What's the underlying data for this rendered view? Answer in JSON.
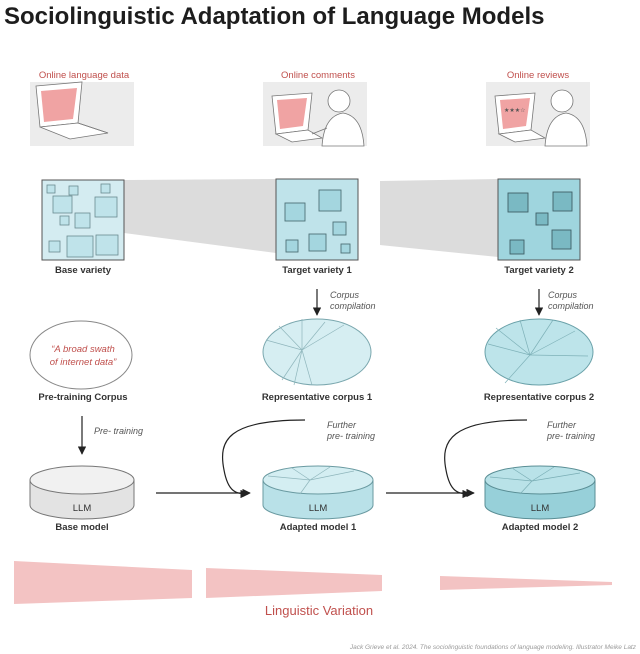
{
  "title": "Sociolinguistic Adaptation of Language Models",
  "sources": [
    {
      "label": "Online language data"
    },
    {
      "label": "Online comments"
    },
    {
      "label": "Online reviews"
    }
  ],
  "varieties": [
    {
      "label": "Base variety"
    },
    {
      "label": "Target variety 1"
    },
    {
      "label": "Target variety 2"
    }
  ],
  "compilation": {
    "line1": "Corpus",
    "line2": "compilation"
  },
  "corpora": [
    {
      "label": "Pre-training Corpus",
      "quote_line1": "“A broad swath",
      "quote_line2": "of internet data”"
    },
    {
      "label": "Representative corpus 1"
    },
    {
      "label": "Representative corpus 2"
    }
  ],
  "pretraining": {
    "label": "Pre- training"
  },
  "further": {
    "line1": "Further",
    "line2": "pre- training"
  },
  "models": [
    {
      "label": "Base model",
      "disk_text": "LLM"
    },
    {
      "label": "Adapted model 1",
      "disk_text": "LLM"
    },
    {
      "label": "Adapted model 2",
      "disk_text": "LLM"
    }
  ],
  "variation": {
    "label": "Linguistic Variation"
  },
  "credit": "Jack Grieve et al. 2024. The sociolinguistic foundations of language modeling. Illustrator Meike Latz",
  "colors": {
    "accent_red": "#c0504d",
    "teal_light": "#cfe9ee",
    "teal_mid": "#a9dce4",
    "teal_dark": "#8fcfd8",
    "grey_disk": "#e4e4e4",
    "variation_pink": "#f3c3c3"
  }
}
